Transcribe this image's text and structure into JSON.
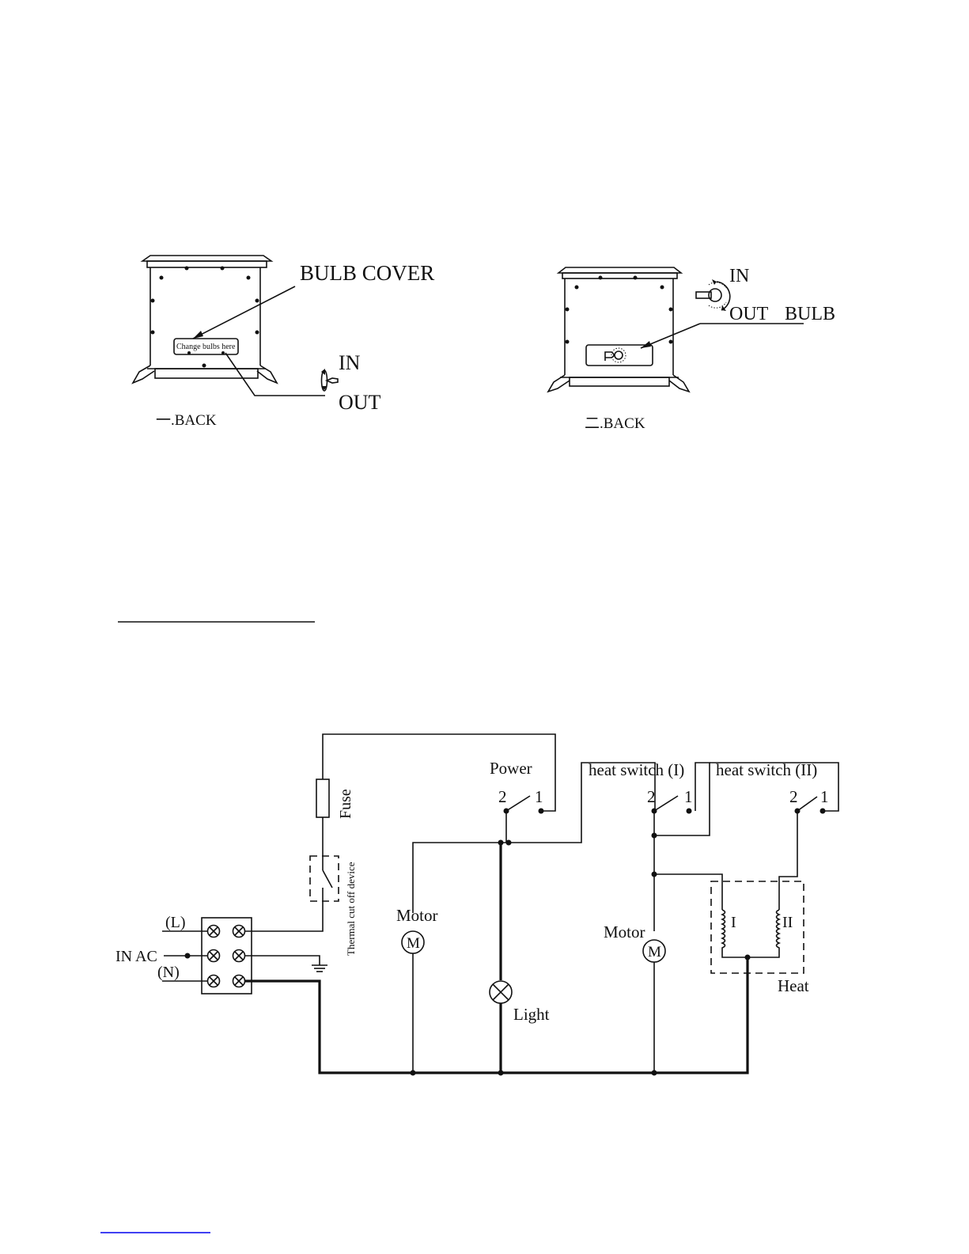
{
  "figure1": {
    "bulb_cover_label": "BULB COVER",
    "panel_text": "Change bulbs here",
    "in_label": "IN",
    "out_label": "OUT",
    "caption": "一.BACK"
  },
  "figure2": {
    "in_label": "IN",
    "out_label": "OUT",
    "bulb_label": "BULB",
    "caption": "二.BACK"
  },
  "circuit": {
    "fuse_label": "Fuse",
    "thermal_label": "Thermal cut off device",
    "l_label": "(L)",
    "in_ac_label": "IN AC",
    "n_label": "(N)",
    "motor1_label": "Motor",
    "motor_symbol": "M",
    "power_label": "Power",
    "terminal_2": "2",
    "terminal_1": "1",
    "heat_switch_1_label": "heat switch (I)",
    "heat_switch_2_label": "heat switch (II)",
    "light_label": "Light",
    "motor2_label": "Motor",
    "heater_1_label": "I",
    "heater_2_label": "II",
    "heat_label": "Heat"
  },
  "colors": {
    "ink": "#111111",
    "link": "#0000ee"
  }
}
